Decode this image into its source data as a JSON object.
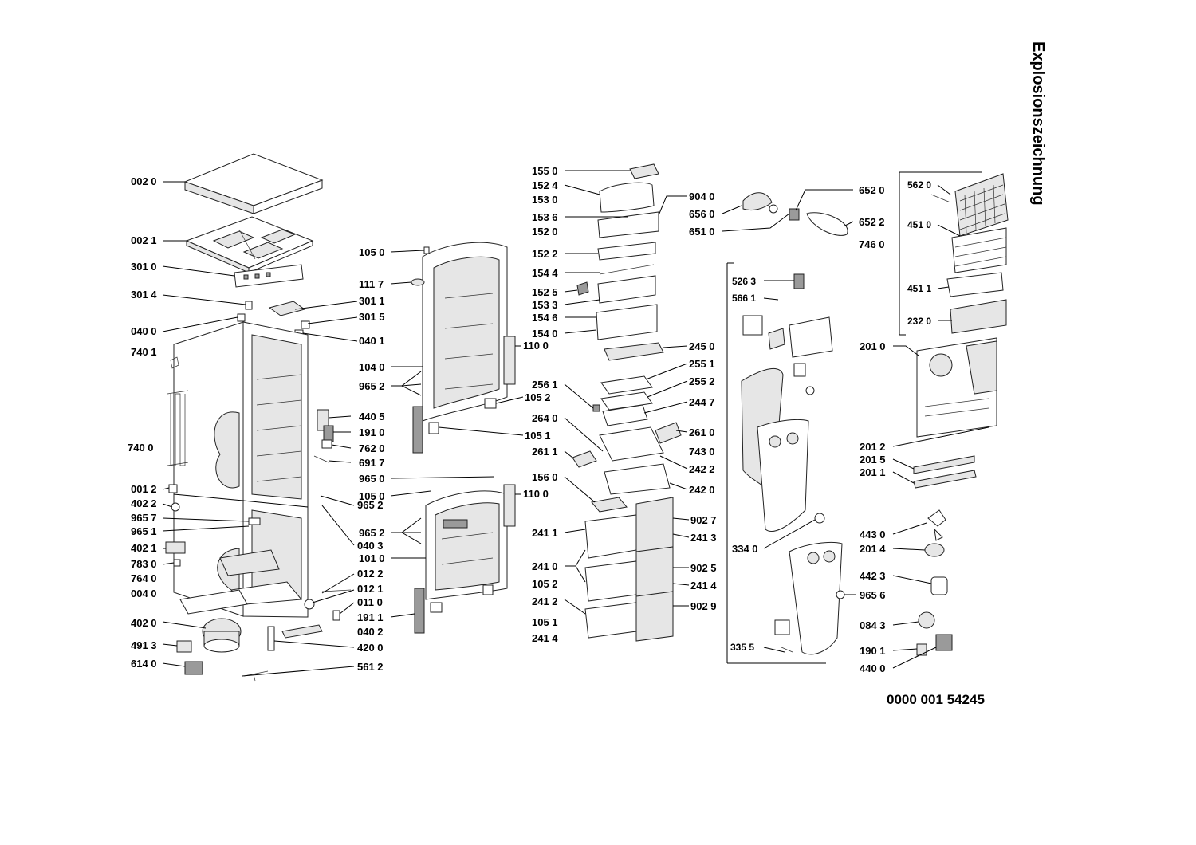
{
  "title": "Explosionszeichnung",
  "document_number": "0000 001 54245",
  "labels": [
    {
      "id": "002-0",
      "text": "002 0"
    },
    {
      "id": "002-1",
      "text": "002 1"
    },
    {
      "id": "301-0",
      "text": "301 0"
    },
    {
      "id": "301-4",
      "text": "301 4"
    },
    {
      "id": "301-1",
      "text": "301 1"
    },
    {
      "id": "301-5",
      "text": "301 5"
    },
    {
      "id": "040-0",
      "text": "040 0"
    },
    {
      "id": "040-1",
      "text": "040 1"
    },
    {
      "id": "740-1",
      "text": "740 1"
    },
    {
      "id": "740-0",
      "text": "740 0"
    },
    {
      "id": "440-5",
      "text": "440 5"
    },
    {
      "id": "191-0",
      "text": "191 0"
    },
    {
      "id": "762-0",
      "text": "762 0"
    },
    {
      "id": "691-7",
      "text": "691 7"
    },
    {
      "id": "001-2",
      "text": "001 2"
    },
    {
      "id": "402-2",
      "text": "402 2"
    },
    {
      "id": "965-7",
      "text": "965 7"
    },
    {
      "id": "965-1",
      "text": "965 1"
    },
    {
      "id": "402-1",
      "text": "402 1"
    },
    {
      "id": "783-0",
      "text": "783 0"
    },
    {
      "id": "764-0",
      "text": "764 0"
    },
    {
      "id": "004-0",
      "text": "004 0"
    },
    {
      "id": "402-0",
      "text": "402 0"
    },
    {
      "id": "491-3",
      "text": "491 3"
    },
    {
      "id": "614-0",
      "text": "614 0"
    },
    {
      "id": "965-2a",
      "text": "965 2"
    },
    {
      "id": "040-3",
      "text": "040 3"
    },
    {
      "id": "012-2",
      "text": "012 2"
    },
    {
      "id": "012-1",
      "text": "012 1"
    },
    {
      "id": "011-0",
      "text": "011 0"
    },
    {
      "id": "191-1",
      "text": "191 1"
    },
    {
      "id": "040-2",
      "text": "040 2"
    },
    {
      "id": "420-0",
      "text": "420 0"
    },
    {
      "id": "561-2",
      "text": "561 2"
    },
    {
      "id": "105-0a",
      "text": "105 0"
    },
    {
      "id": "111-7",
      "text": "111 7"
    },
    {
      "id": "104-0",
      "text": "104 0"
    },
    {
      "id": "965-2b",
      "text": "965 2"
    },
    {
      "id": "965-0",
      "text": "965 0"
    },
    {
      "id": "105-0b",
      "text": "105 0"
    },
    {
      "id": "965-2c",
      "text": "965 2"
    },
    {
      "id": "101-0",
      "text": "101 0"
    },
    {
      "id": "110-0a",
      "text": "110 0"
    },
    {
      "id": "105-2a",
      "text": "105 2"
    },
    {
      "id": "105-1a",
      "text": "105 1"
    },
    {
      "id": "110-0b",
      "text": "110 0"
    },
    {
      "id": "155-0",
      "text": "155 0"
    },
    {
      "id": "152-4",
      "text": "152 4"
    },
    {
      "id": "153-0",
      "text": "153 0"
    },
    {
      "id": "153-6",
      "text": "153 6"
    },
    {
      "id": "152-0",
      "text": "152 0"
    },
    {
      "id": "152-2",
      "text": "152 2"
    },
    {
      "id": "154-4",
      "text": "154 4"
    },
    {
      "id": "152-5",
      "text": "152 5"
    },
    {
      "id": "153-3",
      "text": "153 3"
    },
    {
      "id": "154-6",
      "text": "154 6"
    },
    {
      "id": "154-0",
      "text": "154 0"
    },
    {
      "id": "256-1",
      "text": "256 1"
    },
    {
      "id": "264-0",
      "text": "264 0"
    },
    {
      "id": "261-1",
      "text": "261 1"
    },
    {
      "id": "156-0",
      "text": "156 0"
    },
    {
      "id": "241-1",
      "text": "241 1"
    },
    {
      "id": "241-0",
      "text": "241 0"
    },
    {
      "id": "105-2b",
      "text": "105 2"
    },
    {
      "id": "241-2",
      "text": "241 2"
    },
    {
      "id": "105-1b",
      "text": "105 1"
    },
    {
      "id": "241-4",
      "text": "241 4"
    },
    {
      "id": "904-0",
      "text": "904 0"
    },
    {
      "id": "245-0",
      "text": "245 0"
    },
    {
      "id": "255-1",
      "text": "255 1"
    },
    {
      "id": "255-2",
      "text": "255 2"
    },
    {
      "id": "244-7",
      "text": "244 7"
    },
    {
      "id": "261-0",
      "text": "261 0"
    },
    {
      "id": "242-2",
      "text": "242 2"
    },
    {
      "id": "242-0",
      "text": "242 0"
    },
    {
      "id": "902-7",
      "text": "902 7"
    },
    {
      "id": "241-3",
      "text": "241 3"
    },
    {
      "id": "902-5",
      "text": "902 5"
    },
    {
      "id": "241-4b",
      "text": "241 4"
    },
    {
      "id": "902-9",
      "text": "902 9"
    },
    {
      "id": "652-0",
      "text": "652 0"
    },
    {
      "id": "656-0",
      "text": "656 0"
    },
    {
      "id": "651-0",
      "text": "651 0"
    },
    {
      "id": "652-2",
      "text": "652 2"
    },
    {
      "id": "526-3",
      "text": "526 3"
    },
    {
      "id": "566-1",
      "text": "566 1"
    },
    {
      "id": "743-0",
      "text": "743 0"
    },
    {
      "id": "334-0",
      "text": "334 0"
    },
    {
      "id": "965-6",
      "text": "965 6"
    },
    {
      "id": "335-5",
      "text": "335 5"
    },
    {
      "id": "562-0",
      "text": "562 0"
    },
    {
      "id": "451-0",
      "text": "451 0"
    },
    {
      "id": "746-0",
      "text": "746 0"
    },
    {
      "id": "451-1",
      "text": "451 1"
    },
    {
      "id": "232-0",
      "text": "232 0"
    },
    {
      "id": "201-0",
      "text": "201 0"
    },
    {
      "id": "201-2",
      "text": "201 2"
    },
    {
      "id": "201-5",
      "text": "201 5"
    },
    {
      "id": "201-1",
      "text": "201 1"
    },
    {
      "id": "443-0",
      "text": "443 0"
    },
    {
      "id": "201-4",
      "text": "201 4"
    },
    {
      "id": "442-3",
      "text": "442 3"
    },
    {
      "id": "084-3",
      "text": "084 3"
    },
    {
      "id": "190-1",
      "text": "190 1"
    },
    {
      "id": "440-0",
      "text": "440 0"
    }
  ]
}
